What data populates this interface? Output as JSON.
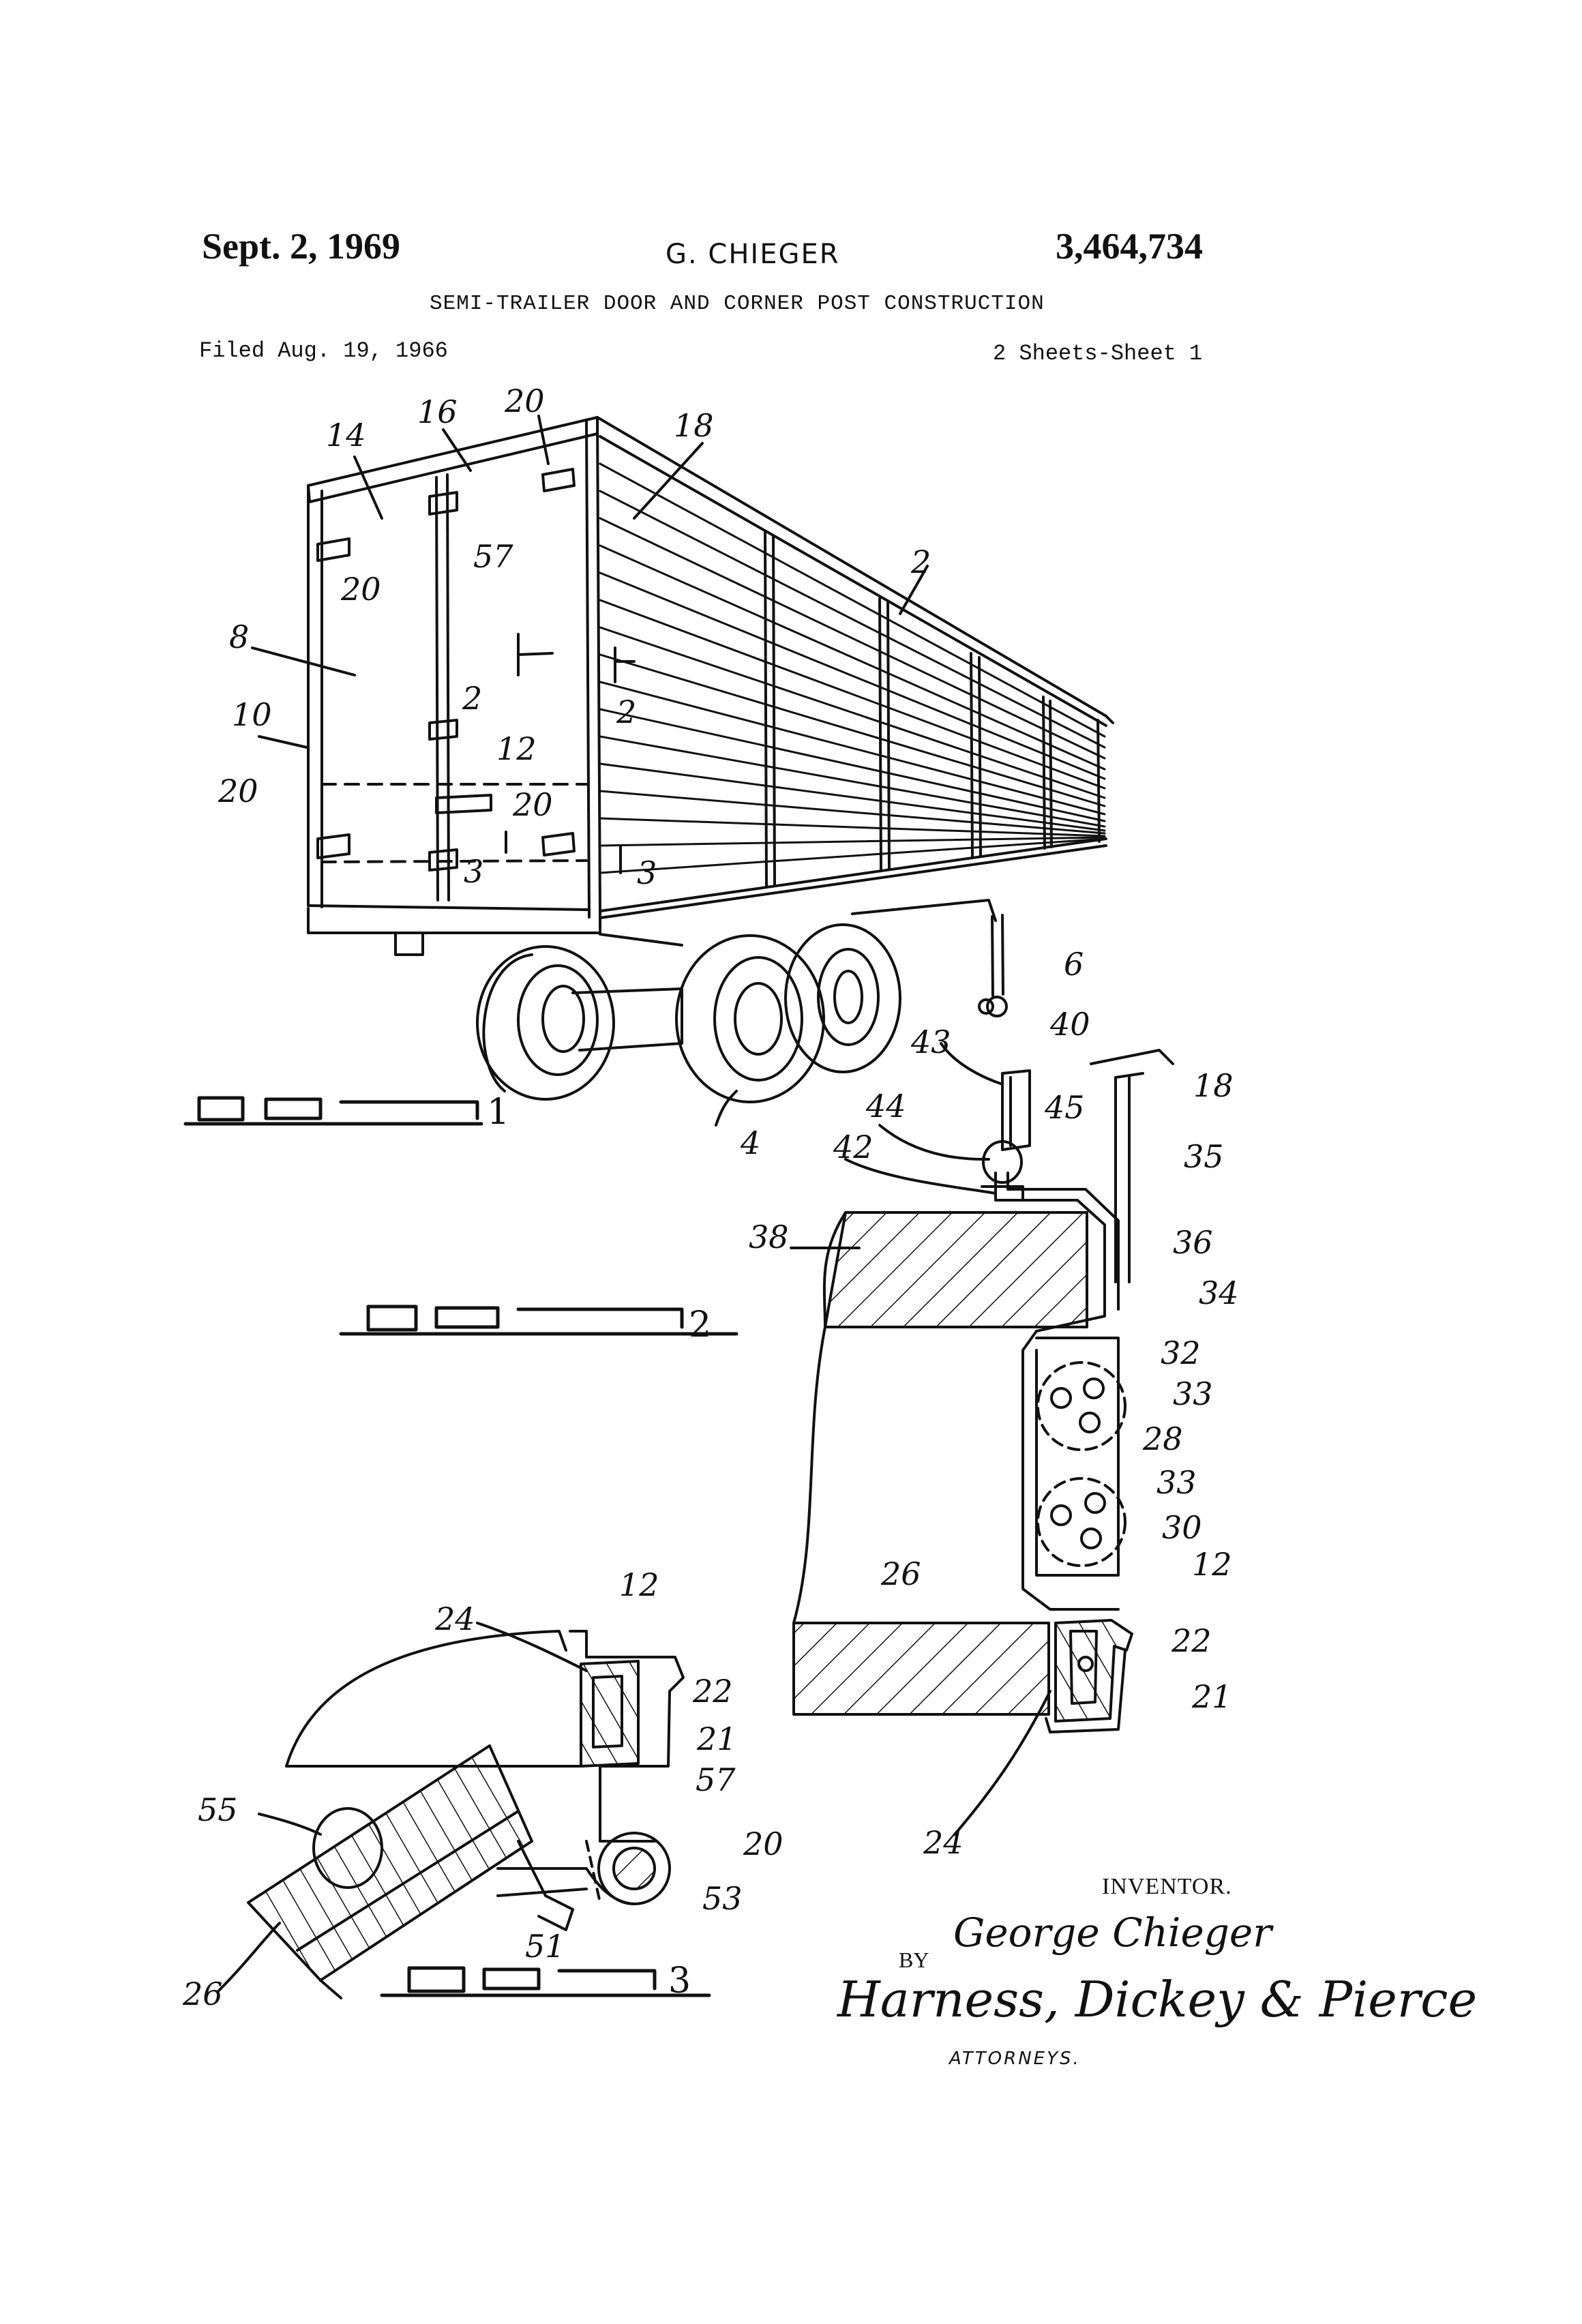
{
  "header": {
    "date": "Sept. 2, 1969",
    "inventor": "G. CHIEGER",
    "patent_number": "3,464,734",
    "title": "SEMI-TRAILER DOOR AND CORNER POST CONSTRUCTION",
    "filed": "Filed Aug. 19, 1966",
    "sheets": "2 Sheets-Sheet 1"
  },
  "figures": {
    "fig1": "1",
    "fig2": "2",
    "fig3": "3"
  },
  "refs": {
    "fig1": [
      "14",
      "16",
      "20",
      "18",
      "57",
      "20",
      "8",
      "2",
      "2",
      "10",
      "12",
      "20",
      "20",
      "3",
      "3",
      "2",
      "6",
      "4"
    ],
    "fig2": [
      "43",
      "40",
      "44",
      "45",
      "18",
      "42",
      "35",
      "38",
      "36",
      "34",
      "32",
      "33",
      "28",
      "33",
      "30",
      "26",
      "12",
      "22",
      "21",
      "24"
    ],
    "fig3": [
      "12",
      "24",
      "22",
      "21",
      "57",
      "55",
      "20",
      "53",
      "51",
      "26"
    ]
  },
  "signature": {
    "inventor_label": "INVENTOR.",
    "inventor_name": "George Chieger",
    "by": "BY",
    "attorneys_name": "Harness, Dickey & Pierce",
    "attorneys_label": "ATTORNEYS."
  }
}
